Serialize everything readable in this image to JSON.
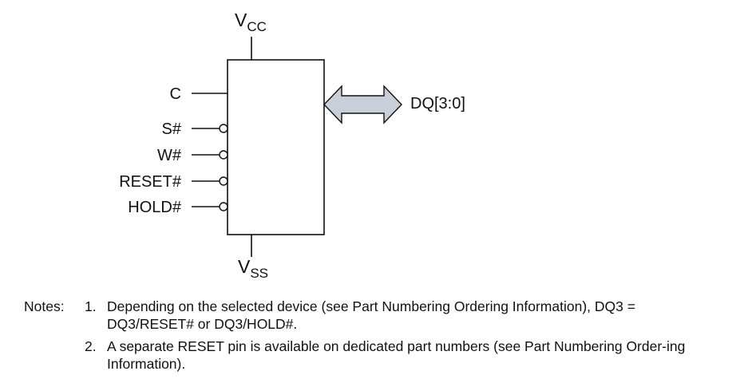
{
  "diagram": {
    "supply_top": {
      "main": "V",
      "sub": "CC"
    },
    "supply_bottom": {
      "main": "V",
      "sub": "SS"
    },
    "inputs": [
      {
        "label": "C",
        "active_low": false
      },
      {
        "label": "S#",
        "active_low": true
      },
      {
        "label": "W#",
        "active_low": true
      },
      {
        "label": "RESET#",
        "active_low": true
      },
      {
        "label": "HOLD#",
        "active_low": true
      }
    ],
    "bus": {
      "label": "DQ[3:0]",
      "arrow_fill": "#c9cfd8"
    }
  },
  "notes": {
    "title": "Notes:",
    "items": [
      {
        "number": "1.",
        "text": "Depending on the selected device (see Part Numbering Ordering Information), DQ3 = DQ3/RESET# or DQ3/HOLD#."
      },
      {
        "number": "2.",
        "text": "A separate RESET pin is available on dedicated part numbers (see Part Numbering Order-ing Information)."
      }
    ]
  }
}
